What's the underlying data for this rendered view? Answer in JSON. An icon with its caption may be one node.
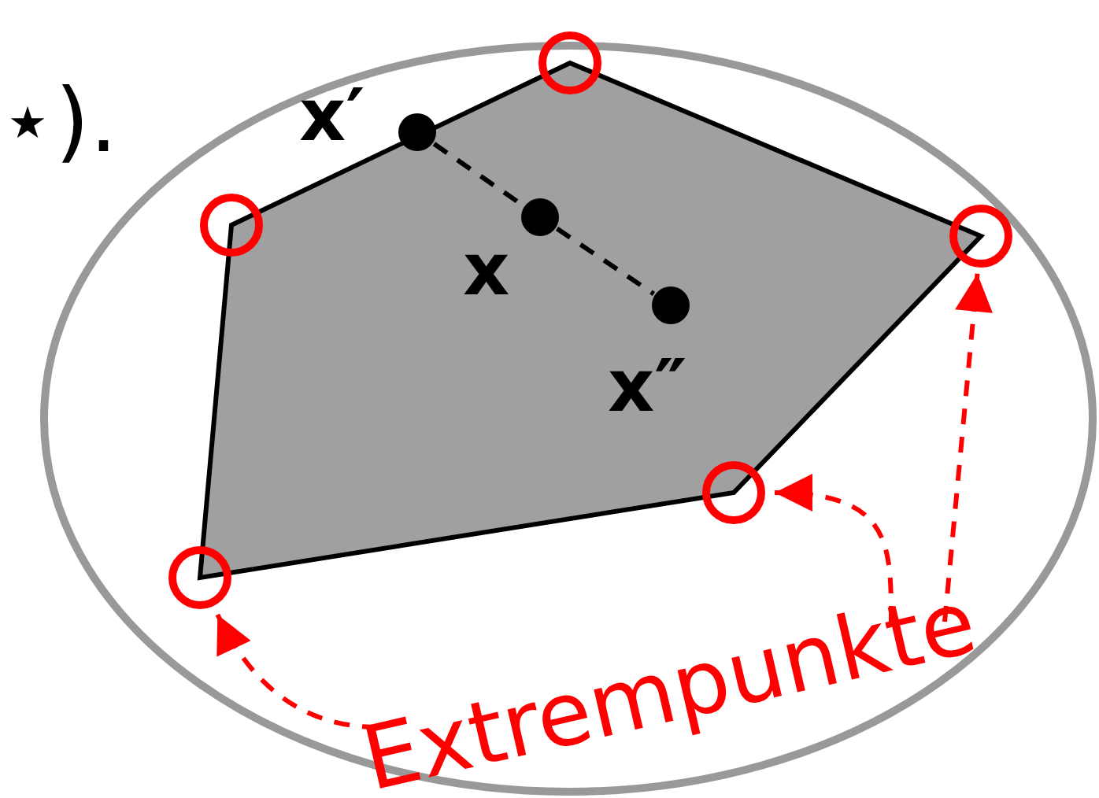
{
  "diagram": {
    "nodes": [
      {
        "text": [
          "Extrempunkte"
        ]
      },
      {
        "text": [],
        "shape": "circle"
      },
      {
        "text": [],
        "shape": "circle"
      },
      {
        "text": [],
        "shape": "circle"
      },
      {
        "text": [],
        "shape": "circle"
      },
      {
        "text": [],
        "shape": "circle"
      },
      {
        "text": [],
        "shape": "circle",
        "beside": [
          "x′"
        ]
      },
      {
        "text": [],
        "shape": "circle",
        "beside": [
          "x"
        ]
      },
      {
        "text": [],
        "shape": "circle",
        "beside": [
          "x″"
        ]
      }
    ],
    "edges": [
      {
        "from": 0,
        "to": 1,
        "arrow": "to",
        "style": "dashed",
        "color": "#ff0000"
      },
      {
        "from": 0,
        "to": 4,
        "arrow": "to",
        "style": "dashed",
        "color": "#ff0000"
      },
      {
        "from": 0,
        "to": 5,
        "arrow": "to",
        "style": "dashed",
        "color": "#ff0000"
      },
      {
        "from": 6,
        "to": 7,
        "arrow": "none",
        "style": "dashed",
        "color": "#000000"
      },
      {
        "from": 7,
        "to": 8,
        "arrow": "none",
        "style": "dashed",
        "color": "#000000"
      }
    ],
    "labels": [
      "⋆)."
    ]
  }
}
